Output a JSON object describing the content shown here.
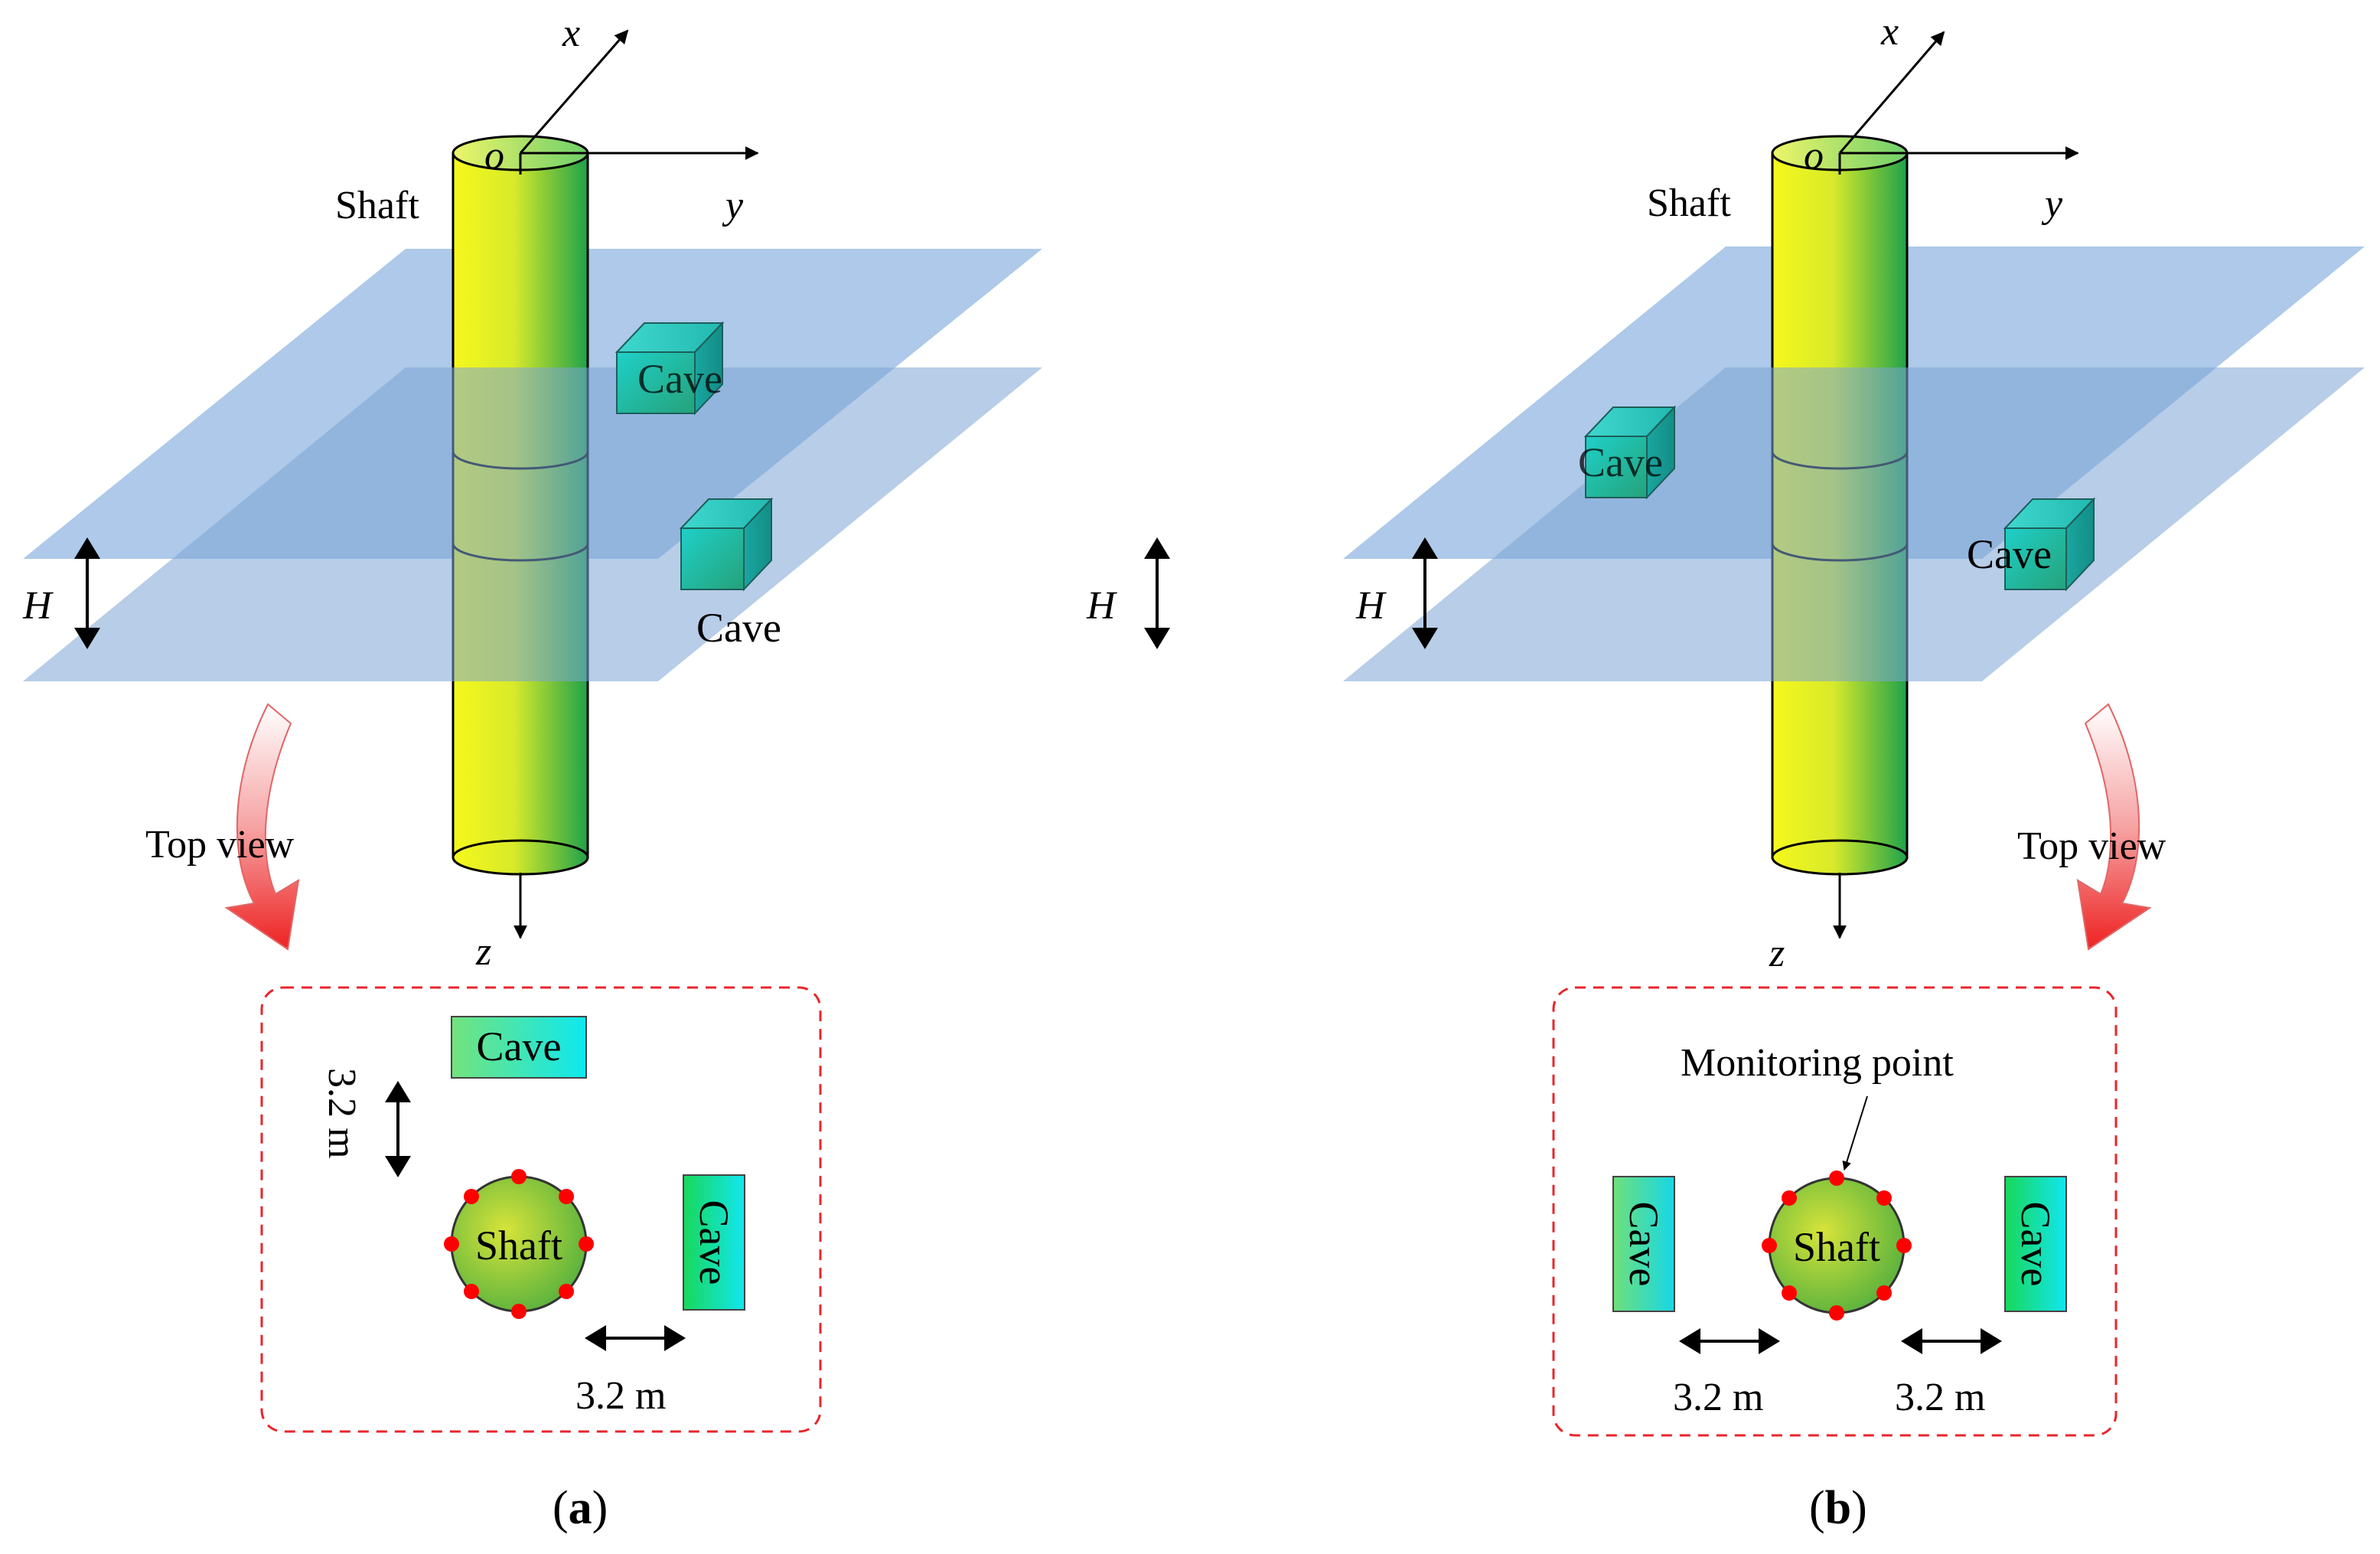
{
  "panel_a": {
    "axis_x": "x",
    "axis_y": "y",
    "axis_z": "z",
    "origin": "o",
    "shaft_label": "Shaft",
    "cave_label_upper": "Cave",
    "cave_label_lower": "Cave",
    "height_label": "H",
    "top_view_label": "Top view",
    "top_cave_upper": "Cave",
    "top_cave_right": "Cave",
    "top_shaft": "Shaft",
    "dim_vertical": "3.2 m",
    "dim_horizontal": "3.2 m",
    "caption_prefix": "(",
    "caption_letter": "a",
    "caption_suffix": ")"
  },
  "middle": {
    "height_label": "H"
  },
  "panel_b": {
    "axis_x": "x",
    "axis_y": "y",
    "axis_z": "z",
    "origin": "o",
    "shaft_label": "Shaft",
    "cave_label_left": "Cave",
    "cave_label_right": "Cave",
    "height_label": "H",
    "top_view_label": "Top view",
    "monitoring_label": "Monitoring point",
    "top_cave_left": "Cave",
    "top_cave_right": "Cave",
    "top_shaft": "Shaft",
    "dim_left": "3.2 m",
    "dim_right": "3.2 m",
    "caption_prefix": "(",
    "caption_letter": "b",
    "caption_suffix": ")"
  },
  "colors": {
    "plane_fill": "#8fb4e0",
    "cylinder_yellow": "#f4f41e",
    "cylinder_green": "#1fa24a",
    "cave_teal": "#2bbfb0",
    "cave_top_gradient_start": "#6fe07a",
    "cave_top_gradient_end": "#17e6e6",
    "monitor_point": "#ff0000",
    "dashed_border": "#e8262c",
    "top_view_arrow": "#e8262c"
  }
}
